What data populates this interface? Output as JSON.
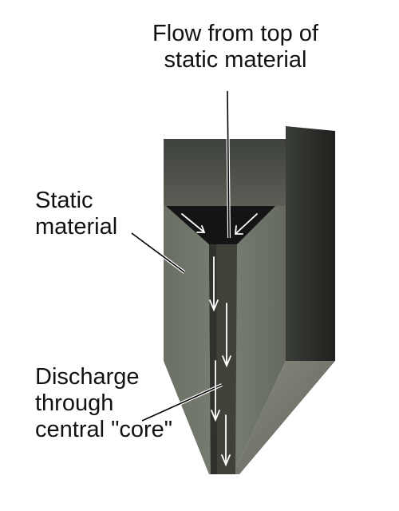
{
  "labels": {
    "flow_from_top": [
      "Flow from top of",
      "static material"
    ],
    "static_material": [
      "Static",
      "material"
    ],
    "discharge": [
      "Discharge",
      "through",
      "central \"core\""
    ]
  },
  "colors": {
    "background": "#ffffff",
    "bin_front": "#707569",
    "bin_side": "#2e302d",
    "bin_top_band": "#4b4e48",
    "funnel": "#141414",
    "core_channel": "#3d4139",
    "arrow": "#ffffff",
    "leader_line": "#000000"
  }
}
